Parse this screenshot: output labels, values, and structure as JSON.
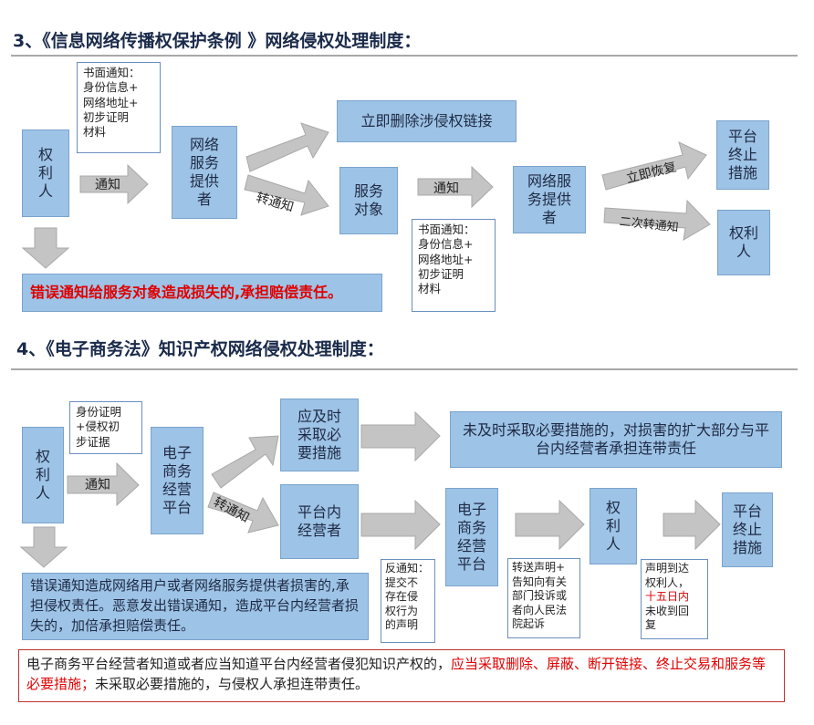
{
  "section3": {
    "title": "3、《信息网络传播权保护条例 》网络侵权处理制度：",
    "rights_holder": "权\n利\n人",
    "note_left": "书面通知：\n身份信息+\n网络地址+\n初步证明\n材料",
    "notify": "通知",
    "isp": "网络\n服务\n提供\n者",
    "delete_link": "立即删除涉侵权链接",
    "forward_notify": "转通知",
    "service_object": "服务\n对象",
    "notify2": "通知",
    "note_mid": "书面通知：\n身份信息+\n网络地址+\n初步证明\n材料",
    "isp2": "网络服\n务提供\n者",
    "restore": "立即恢复",
    "second_forward": "二次转通知",
    "terminate": "平台\n终止\n措施",
    "rights_holder2": "权利\n人",
    "warning": "错误通知给服务对象造成损失的,承担赔偿责任。"
  },
  "section4": {
    "title": "4、《电子商务法》知识产权网络侵权处理制度：",
    "rights_holder": "权\n利\n人",
    "note_left": "身份证明\n+侵权初\n步证据",
    "notify": "通知",
    "platform": "电子\n商务\n经营\n平台",
    "timely": "应及时\n采取必\n要措施",
    "liability": "未及时采取必要措施的，对损害的扩大部分与平台内经营者承担连带责任",
    "forward_notify": "转通知",
    "merchant": "平台内\n经营者",
    "counter_note": "反通知：\n提交不\n存在侵\n权行为\n的声明",
    "platform2": "电子\n商务\n经营\n平台",
    "forward_note": "转送声明+\n告知向有关\n部门投诉或\n者向人民法\n院起诉",
    "rights_holder2": "权\n利\n人",
    "notice_reach_1": "声明到达\n权利人，",
    "notice_reach_red": "十五日内",
    "notice_reach_2": "未收到回\n复",
    "terminate": "平台\n终止\n措施",
    "warning": "错误通知造成网络用户或者网络服务提供者损害的,承担侵权责任。恶意发出错误通知，造成平台内经营者损失的，加倍承担赔偿责任。",
    "bottom_normal_1": "电子商务平台经营者知道或者应当知道平台内经营者侵犯知识产权的，",
    "bottom_red": "应当采取删除、屏蔽、断开链接、终止交易和服务等必要措施；",
    "bottom_normal_2": "未采取必要措施的，与侵权人承担连带责任。"
  },
  "colors": {
    "box": "#9dc3e6",
    "arrow": "#c0c0c0",
    "red": "#e00000",
    "border": "#6b8fbf"
  }
}
